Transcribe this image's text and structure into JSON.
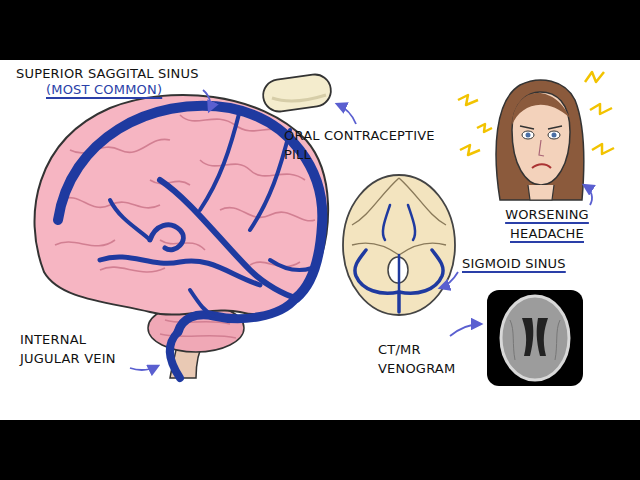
{
  "diagram": {
    "labels": [
      "SUPERIOR SAGGITAL SINUS",
      "(MOST COMMON)",
      "ORAL CONTRACEPTIVE PILL",
      "WORSENING HEADACHE",
      "SIGMOID SINUS",
      "CT/MR VENOGRAM",
      "INTERNAL JUGULAR VEIN"
    ]
  }
}
